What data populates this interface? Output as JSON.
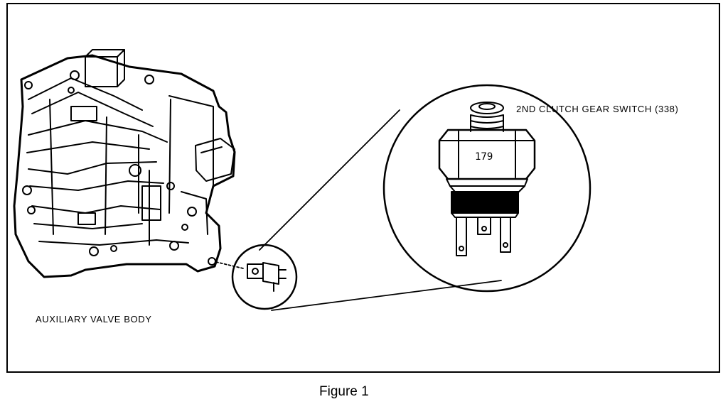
{
  "figure": {
    "caption": "Figure 1",
    "labels": {
      "switch": "2ND CLUTCH GEAR SWITCH (338)",
      "valve_body": "AUXILIARY VALVE BODY"
    },
    "switch_marking": "179"
  }
}
